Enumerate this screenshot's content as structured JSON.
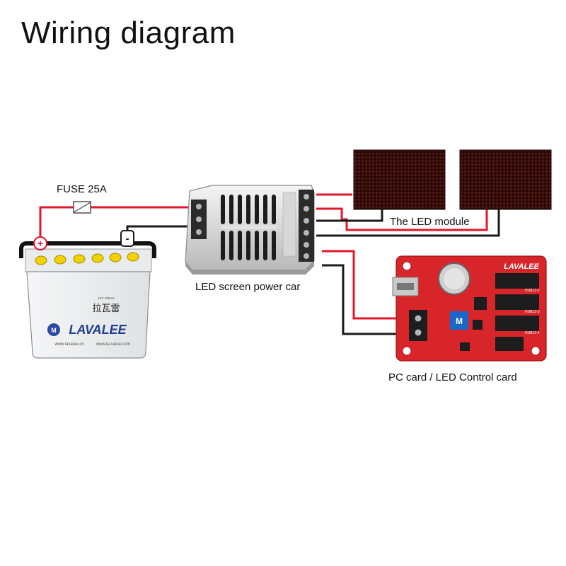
{
  "title": "Wiring diagram",
  "labels": {
    "fuse": "FUSE 25A",
    "power_supply": "LED screen power car",
    "led_module": "The LED module",
    "control_card": "PC card / LED Control card"
  },
  "battery": {
    "brand": "LAVALEE",
    "chinese_name": "拉瓦雷",
    "spec": "12V 105AH",
    "web1": "www.lavalee.cn",
    "web2": "www.la-valee.com",
    "positive": "+",
    "negative": "-"
  },
  "control_card": {
    "brand": "LAVALEE",
    "hub_labels": [
      "HUB12-2",
      "HUB12-3",
      "HUB12-4"
    ]
  },
  "colors": {
    "positive_wire": "#e3162b",
    "negative_wire": "#1a1a1a",
    "card_red": "#d8252a",
    "battery_cap": "#f2d100"
  }
}
